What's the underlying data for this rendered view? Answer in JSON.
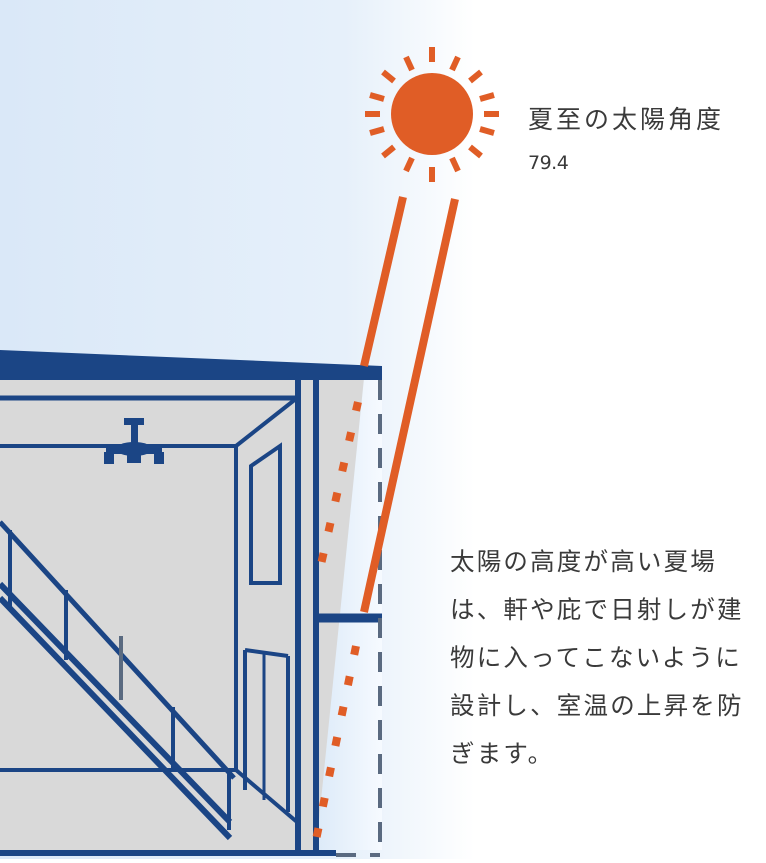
{
  "sun_label": {
    "title": "夏至の太陽角度",
    "angle": "79.4"
  },
  "caption": {
    "lines": [
      "太陽の高度が高い夏場",
      "は、軒や庇で日射しが建",
      "物に入ってこないように",
      "設計し、室温の上昇を防",
      "ぎます。"
    ]
  },
  "colors": {
    "sun": "#e05d26",
    "sky": "#dde9f8",
    "building_line": "#1b4585",
    "wall_fill": "#d9d9d9",
    "text": "#3a3a3a"
  }
}
